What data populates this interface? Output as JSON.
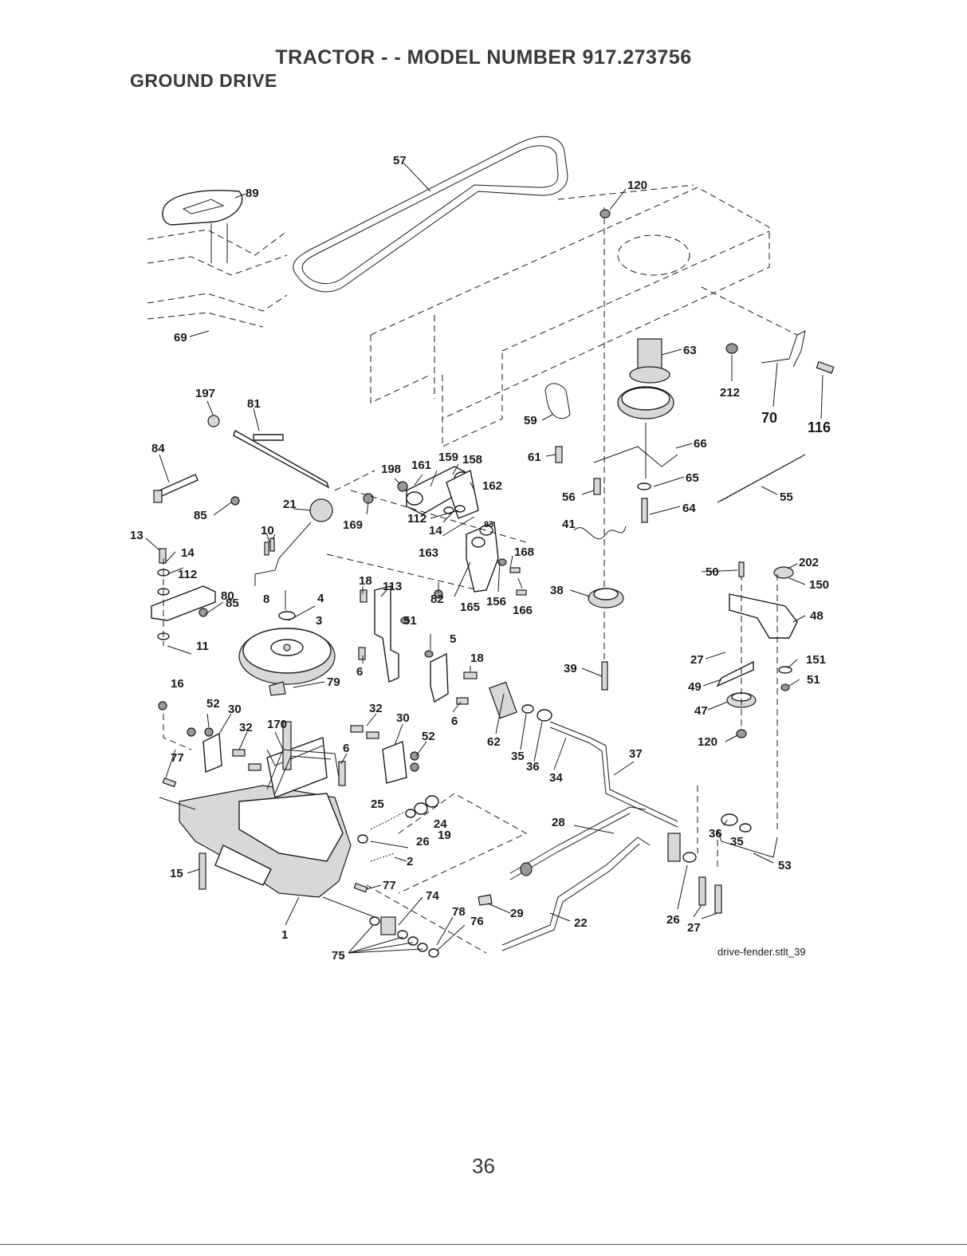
{
  "header": {
    "title": "TRACTOR - - MODEL NUMBER 917.273756",
    "subtitle": "GROUND DRIVE"
  },
  "diagram": {
    "labels": [
      "57",
      "89",
      "120",
      "69",
      "63",
      "212",
      "70",
      "116",
      "197",
      "81",
      "66",
      "84",
      "198",
      "161",
      "159",
      "158",
      "59",
      "61",
      "162",
      "65",
      "55",
      "56",
      "85",
      "21",
      "169",
      "112",
      "14",
      "83",
      "64",
      "41",
      "13",
      "10",
      "14",
      "163",
      "168",
      "112",
      "80",
      "8",
      "4",
      "18",
      "113",
      "82",
      "165",
      "156",
      "166",
      "50",
      "202",
      "150",
      "85",
      "3",
      "51",
      "38",
      "48",
      "11",
      "5",
      "18",
      "6",
      "27",
      "151",
      "16",
      "79",
      "39",
      "49",
      "51",
      "52",
      "30",
      "32",
      "6",
      "47",
      "32",
      "170",
      "30",
      "62",
      "52",
      "120",
      "77",
      "6",
      "35",
      "36",
      "37",
      "34",
      "25",
      "24",
      "36",
      "35",
      "26",
      "19",
      "28",
      "53",
      "15",
      "2",
      "77",
      "74",
      "29",
      "22",
      "26",
      "27",
      "78",
      "76",
      "1",
      "75"
    ],
    "filename": "drive-fender.stlt_39"
  },
  "footer": {
    "page_number": "36"
  }
}
